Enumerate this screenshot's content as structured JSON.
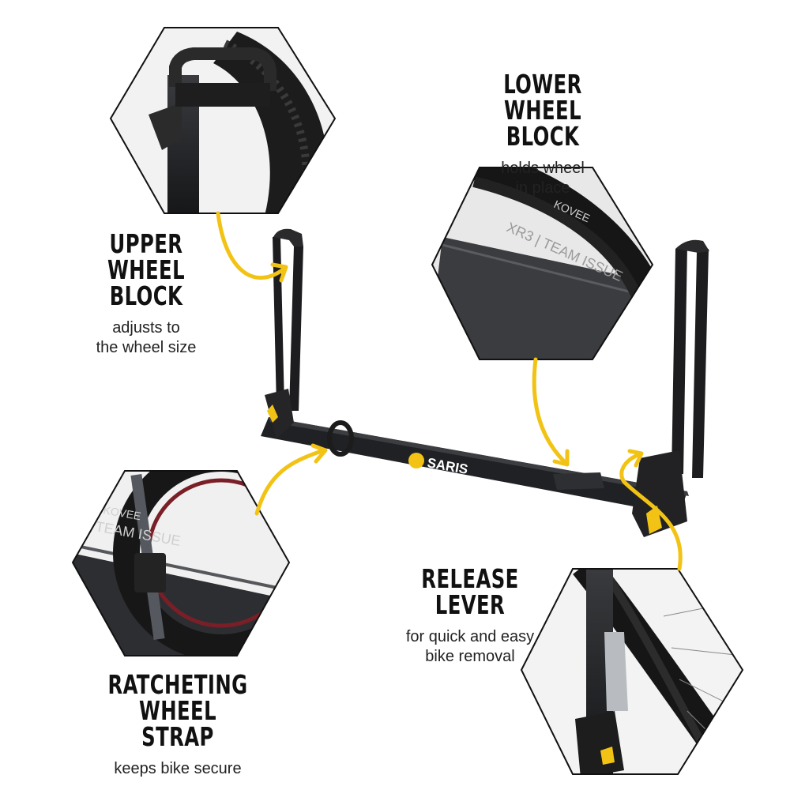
{
  "callouts": {
    "upper": {
      "title_1": "UPPER",
      "title_2": "WHEEL BLOCK",
      "desc_1": "adjusts to",
      "desc_2": "the wheel size"
    },
    "lower": {
      "title_1": "LOWER",
      "title_2": "WHEEL BLOCK",
      "desc_1": "holds wheel",
      "desc_2": "in place"
    },
    "release": {
      "title_1": "RELEASE LEVER",
      "desc_1": "for quick and easy",
      "desc_2": "bike removal"
    },
    "strap": {
      "title_1": "RATCHETING",
      "title_2": "WHEEL STRAP",
      "desc_1": "keeps bike secure"
    }
  },
  "product": {
    "brand": "SARIS"
  },
  "detail_labels": {
    "tire_text_1": "XR3 | TEAM ISSUE",
    "tire_brand_1": "KOVEE",
    "tire_text_2": "TEAM ISSUE",
    "tire_brand_2": "KOVEE"
  },
  "colors": {
    "accent_yellow": "#f2c314",
    "rack_black": "#1a1b1d",
    "hex_border": "#111111",
    "background": "#ffffff"
  }
}
